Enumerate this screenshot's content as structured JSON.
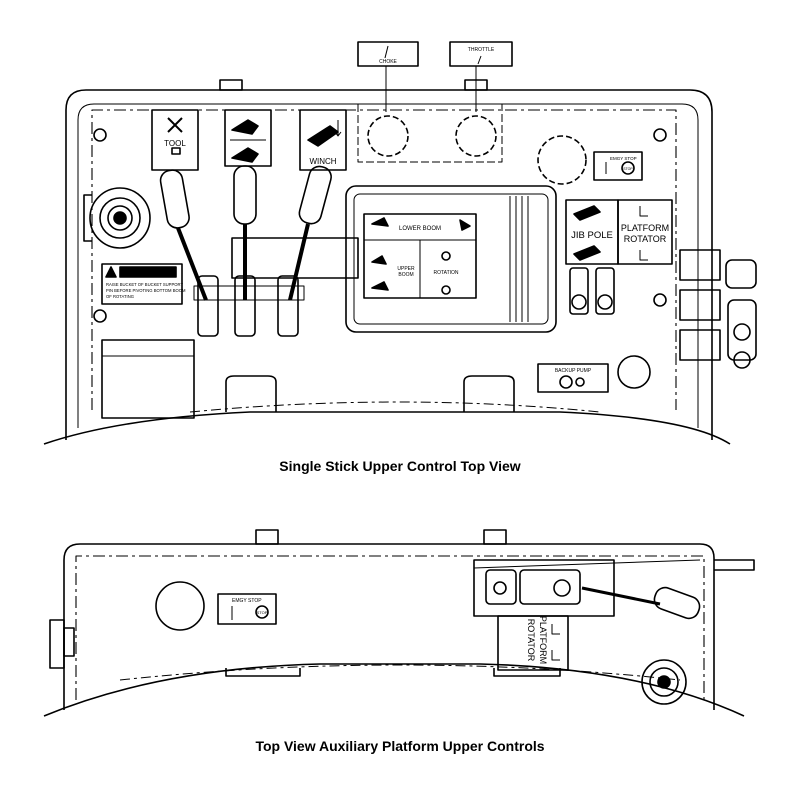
{
  "top_view": {
    "caption": "Single Stick Upper Control Top View",
    "labels": {
      "tool": "TOOL",
      "winch": "WINCH",
      "throttle": "THROTTLE",
      "choke": "CHOKE",
      "emgy_stop": "EMGY STOP",
      "stop": "STOP",
      "jib_pole": "JIB POLE",
      "platform_line1": "PLATFORM",
      "platform_line2": "ROTATOR",
      "lower_boom": "LOWER BOOM",
      "upper_boom_line1": "UPPER",
      "upper_boom_line2": "BOOM",
      "rotation": "ROTATION",
      "caution": "CAUTION",
      "caution_line1": "RAISE BUCKET OF BUCKET SUPPORT",
      "caution_line2": "PIN BEFORE PIVOTING BOTTOM BOOM",
      "caution_line3": "OF ROTATING",
      "backup_pump": "BACKUP PUMP"
    }
  },
  "aux_view": {
    "caption": "Top View Auxiliary Platform Upper Controls",
    "labels": {
      "emgy_stop": "EMGY STOP",
      "stop": "STOP",
      "platform": "PLATFORM",
      "rotator": "ROTATOR"
    }
  }
}
